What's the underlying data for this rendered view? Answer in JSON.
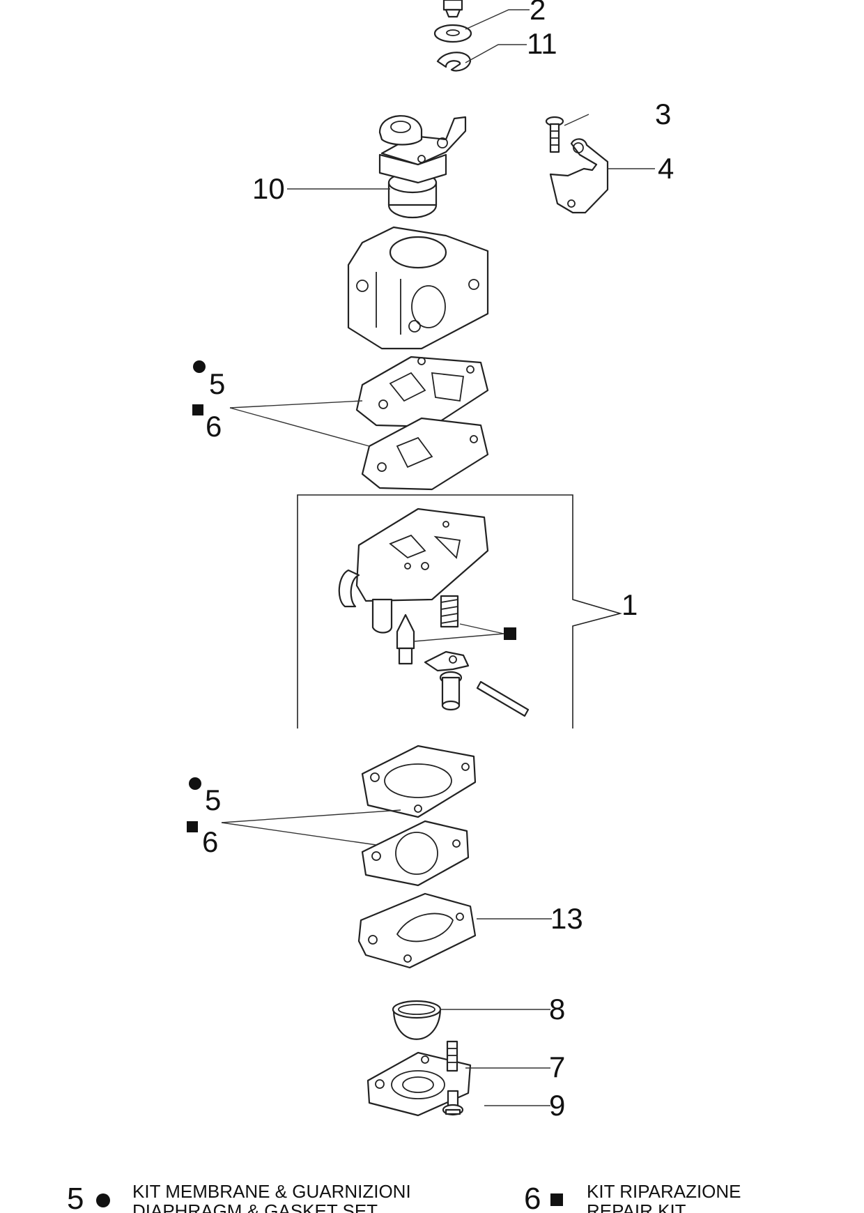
{
  "callouts": {
    "c1": "1",
    "c2": "2",
    "c3": "3",
    "c4": "4",
    "c5_upper": "5",
    "c6_upper": "6",
    "c5_lower": "5",
    "c6_lower": "6",
    "c7": "7",
    "c8": "8",
    "c9": "9",
    "c10": "10",
    "c11": "11",
    "c13": "13"
  },
  "legend": {
    "kit5": {
      "number": "5",
      "marker": "circle",
      "line1": "KIT MEMBRANE & GUARNIZIONI",
      "line2": "DIAPHRAGM & GASKET SET"
    },
    "kit6": {
      "number": "6",
      "marker": "square",
      "line1": "KIT RIPARAZIONE",
      "line2": "REPAIR KIT"
    }
  },
  "colors": {
    "line": "#222222",
    "background": "#ffffff"
  }
}
